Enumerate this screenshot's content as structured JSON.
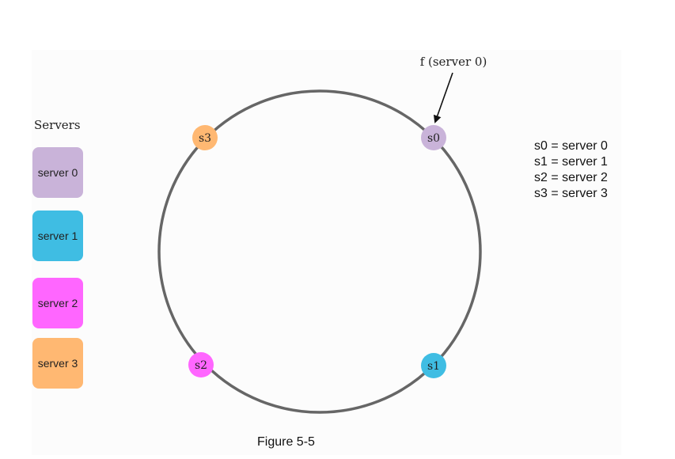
{
  "servers_panel": {
    "heading": "Servers",
    "items": [
      {
        "label": "server 0",
        "color": "#c9b3d9"
      },
      {
        "label": "server 1",
        "color": "#3fbde3"
      },
      {
        "label": "server 2",
        "color": "#ff66ff"
      },
      {
        "label": "server 3",
        "color": "#ffb872"
      }
    ]
  },
  "ring": {
    "stroke_color": "#666666",
    "nodes": [
      {
        "label": "s0",
        "color": "#c9b3d9"
      },
      {
        "label": "s1",
        "color": "#3fbde3"
      },
      {
        "label": "s2",
        "color": "#ff66ff"
      },
      {
        "label": "s3",
        "color": "#ffb872"
      }
    ]
  },
  "annotation": {
    "label": "f (server 0)"
  },
  "legend": [
    "s0 = server 0",
    "s1 = server 1",
    "s2 = server 2",
    "s3 = server 3"
  ],
  "caption": "Figure 5-5"
}
